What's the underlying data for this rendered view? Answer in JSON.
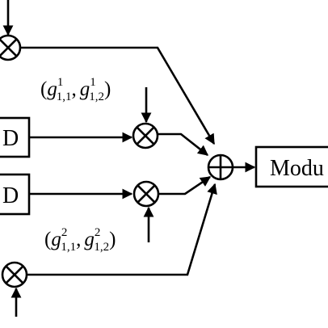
{
  "diagram": {
    "blocks": {
      "delay_top": "D",
      "delay_bottom": "D",
      "modulator": "Modu"
    },
    "coefficients": {
      "upper": {
        "g": "g",
        "sup1": "1",
        "sub1": "1,1",
        "sup2": "1",
        "sub2": "1,2"
      },
      "lower": {
        "g": "g",
        "sup1": "2",
        "sub1": "1,1",
        "sup2": "2",
        "sub2": "1,2"
      },
      "open_paren": "(",
      "comma": ",",
      "close_paren": ")"
    },
    "node_types": {
      "multiplier": "multiply-circle-icon",
      "adder": "plus-circle-icon"
    }
  }
}
